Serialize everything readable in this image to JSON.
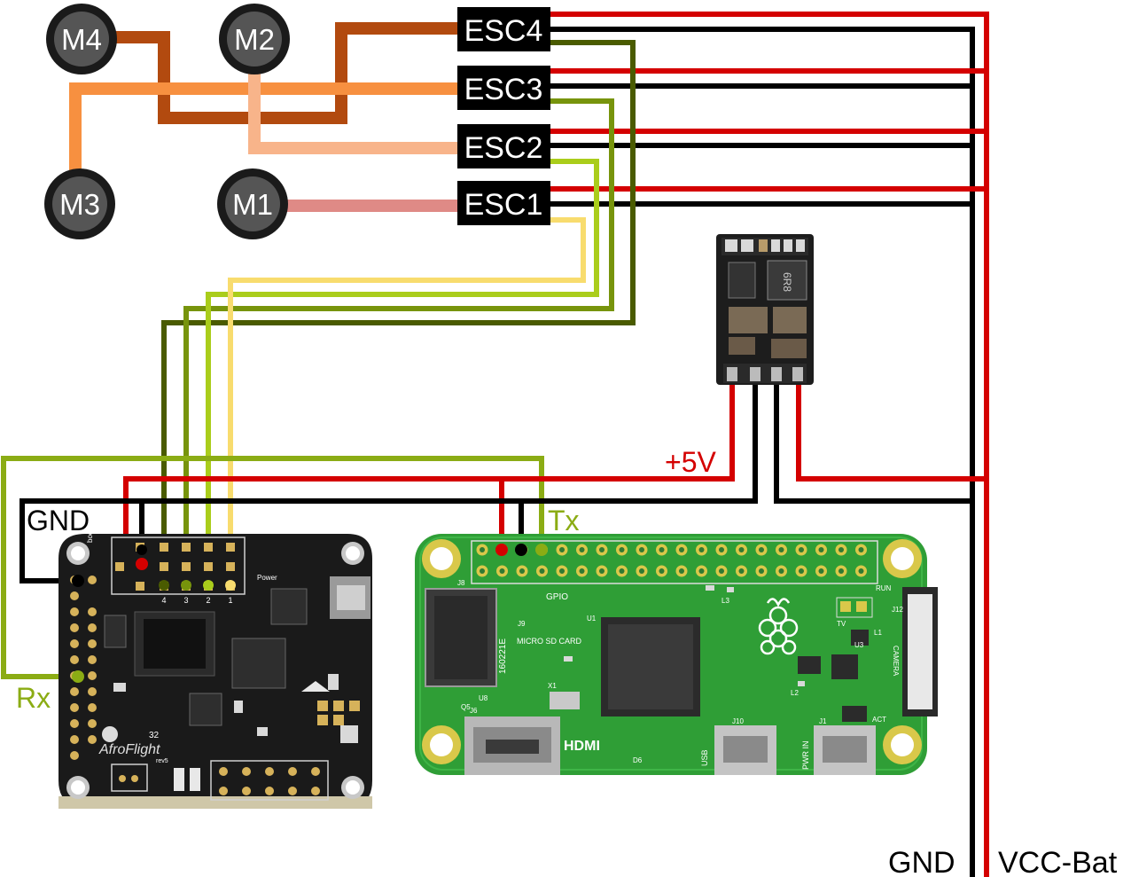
{
  "motors": [
    {
      "id": "m4",
      "label": "M4"
    },
    {
      "id": "m2",
      "label": "M2"
    },
    {
      "id": "m3",
      "label": "M3"
    },
    {
      "id": "m1",
      "label": "M1"
    }
  ],
  "escs": [
    {
      "id": "esc4",
      "label": "ESC4"
    },
    {
      "id": "esc3",
      "label": "ESC3"
    },
    {
      "id": "esc2",
      "label": "ESC2"
    },
    {
      "id": "esc1",
      "label": "ESC1"
    }
  ],
  "labels": {
    "plus5v": "+5V",
    "gnd_fc": "GND",
    "rx": "Rx",
    "tx": "Tx",
    "gnd_bus": "GND",
    "vcc_bus": "VCC-Bat"
  },
  "flight_controller": {
    "brand": "AfroFlight",
    "model": "32",
    "rev": "rev5",
    "pin_numbers": [
      "4",
      "3",
      "2",
      "1"
    ],
    "power_label": "Power",
    "boot_label": "boot"
  },
  "raspberry_pi": {
    "gpio_label": "GPIO",
    "sd_label": "MICRO SD CARD",
    "sd_chip": "160221E",
    "hdmi_label": "HDMI",
    "usb_label": "USB",
    "pwr_label": "PWR IN",
    "camera_label": "CAMERA",
    "run_label": "RUN",
    "tv_label": "TV",
    "silk": [
      "J8",
      "J9",
      "U1",
      "U8",
      "X1",
      "Q5",
      "J6",
      "J10",
      "J1",
      "D6",
      "L3",
      "L1",
      "L2",
      "U3",
      "J12",
      "ACT"
    ]
  },
  "regulator": {
    "marking": "6R8"
  },
  "colors": {
    "red": "#d40000",
    "black": "#000000",
    "esc4_signal": "#4a5b00",
    "esc3_signal": "#77940c",
    "esc2_signal": "#aacd1b",
    "esc1_signal": "#f8dc6e",
    "rx_wire": "#8bac14",
    "motor4_wire": "#b24a0f",
    "motor3_wire": "#f79040",
    "motor2_wire": "#f8b48a",
    "motor1_wire": "#df8a86",
    "pcb_green": "#2f9e36",
    "fc_black": "#1a1a1a"
  }
}
